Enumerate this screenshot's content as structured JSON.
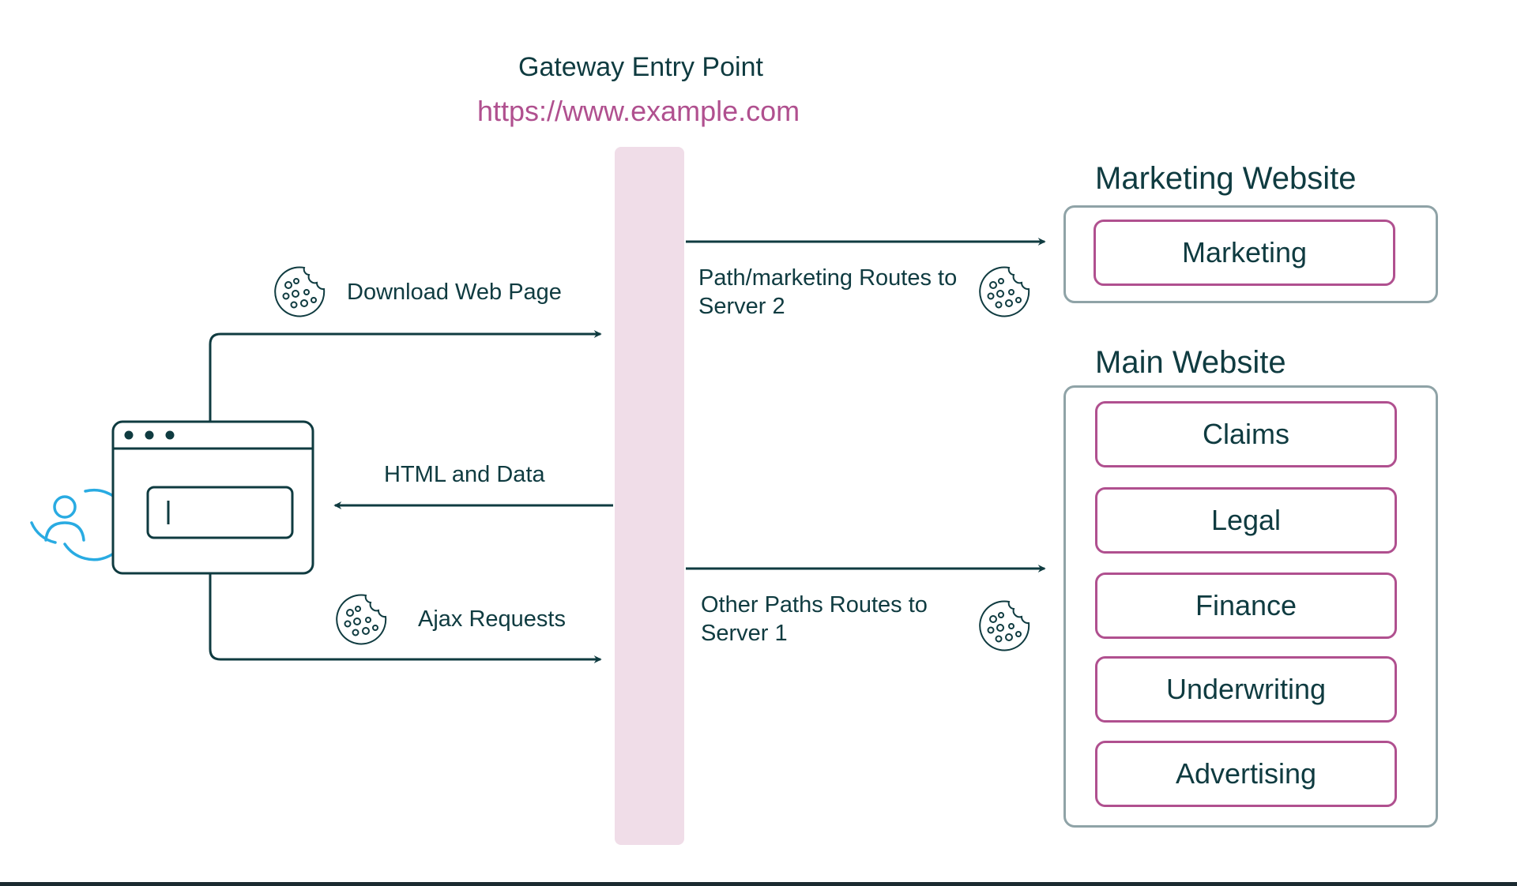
{
  "colors": {
    "ink": "#0f3b40",
    "accent_pink": "#b0508f",
    "gateway_fill": "#f0dde8",
    "box_border": "#8fa3a7",
    "user_icon": "#29abe2",
    "bottom_rule": "#1b2a30"
  },
  "gateway": {
    "title": "Gateway Entry Point",
    "url": "https://www.example.com"
  },
  "flows": {
    "download": "Download Web Page",
    "html_data": "HTML and Data",
    "ajax": "Ajax Requests",
    "marketing_route": "Path/marketing Routes to\nServer 2",
    "other_route": "Other Paths Routes to\nServer 1"
  },
  "marketing_site": {
    "title": "Marketing Website",
    "services": [
      "Marketing"
    ]
  },
  "main_site": {
    "title": "Main Website",
    "services": [
      "Claims",
      "Legal",
      "Finance",
      "Underwriting",
      "Advertising"
    ]
  },
  "icons": {
    "user": "user-avatar-icon",
    "browser": "browser-window-icon",
    "cookie": "cookie-icon"
  }
}
